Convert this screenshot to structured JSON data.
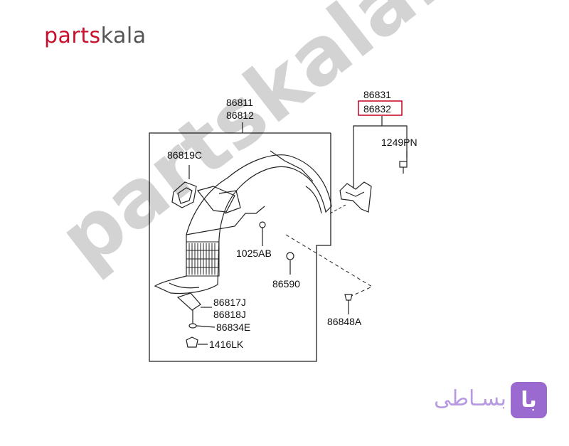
{
  "brand": {
    "part1": "parts",
    "part2": "kala"
  },
  "watermark": "partskala.ir",
  "partners": {
    "box": "با",
    "text": "بسـاطی"
  },
  "labels": {
    "l86811": "86811",
    "l86812": "86812",
    "l86831": "86831",
    "l86832": "86832",
    "l1249PN": "1249PN",
    "l86819C": "86819C",
    "l1025AB": "1025AB",
    "l86590": "86590",
    "l86817J": "86817J",
    "l86818J": "86818J",
    "l86834E": "86834E",
    "l1416LK": "1416LK",
    "l86848A": "86848A"
  },
  "highlight_color": "#c8102e"
}
